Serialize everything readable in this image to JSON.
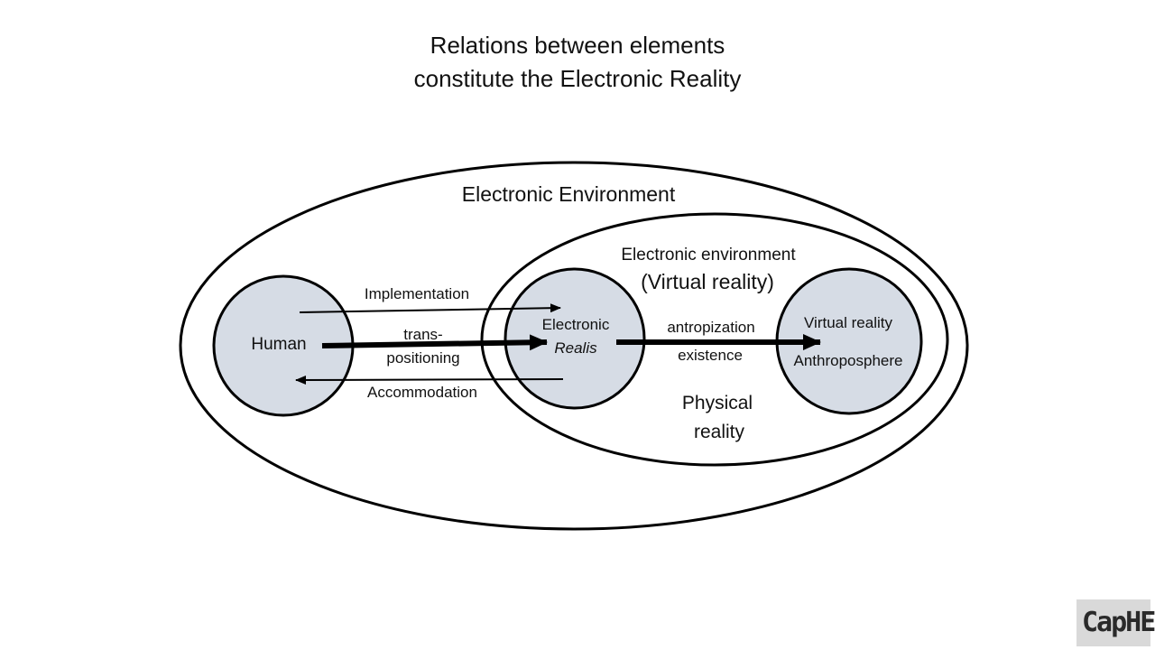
{
  "title": {
    "line1": "Relations between elements",
    "line2": "constitute the Electronic Reality"
  },
  "diagram": {
    "outer_label": "Electronic Environment",
    "inner_label_line1": "Electronic environment",
    "inner_label_line2": "(Virtual reality)",
    "human": "Human",
    "realis_line1": "Electronic",
    "realis_line2": "Realis",
    "virtual_line1": "Virtual reality",
    "virtual_line2": "Anthroposphere",
    "implementation": "Implementation",
    "trans_line1": "trans-",
    "trans_line2": "positioning",
    "accommodation": "Accommodation",
    "antropization": "antropization",
    "existence": "existence",
    "physical_line1": "Physical",
    "physical_line2": "reality"
  },
  "logo": {
    "text": "CapHE"
  },
  "colors": {
    "circle_fill": "#d6dce5",
    "stroke": "#000000"
  },
  "icons": {
    "logo": "caphe-logo"
  }
}
